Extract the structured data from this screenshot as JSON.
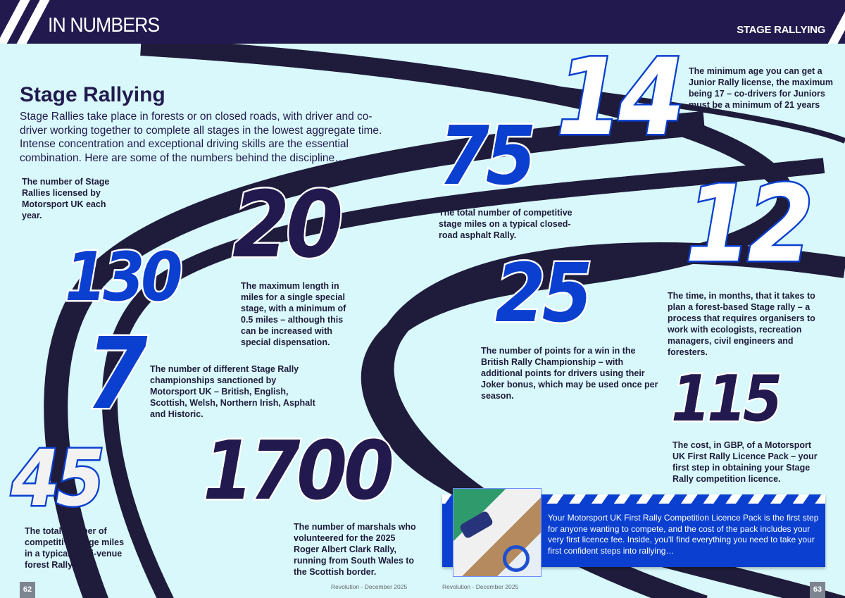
{
  "header": {
    "title": "IN NUMBERS",
    "section": "STAGE RALLYING"
  },
  "intro": {
    "title": "Stage Rallying",
    "text": "Stage Rallies take place in forests or on closed roads, with driver and co-driver working together to complete all stages in the lowest aggregate time. Intense concentration and exceptional driving skills are the essential combination. Here are some of the numbers behind the discipline…"
  },
  "stats": [
    {
      "value": "14",
      "caption": "The minimum age you can get a Junior Rally license, the maximum being 17 – co-drivers for Juniors must be a minimum of 21 years old."
    },
    {
      "value": "75",
      "caption": "The total number of competitive stage miles on a typical closed-road asphalt Rally."
    },
    {
      "value": "20",
      "caption": "The maximum length in miles for a single special stage, with a minimum of 0.5 miles – although this can be increased with special dispensation."
    },
    {
      "value": "130",
      "caption": "The number of Stage Rallies licensed by Motorsport UK each year."
    },
    {
      "value": "12",
      "caption": "The time, in months, that it takes to plan a forest-based Stage rally – a process that requires organisers to work with ecologists, recreation managers, civil engineers and foresters."
    },
    {
      "value": "25",
      "caption": "The number of points for a win in the British Rally Championship – with additional points for drivers using their Joker bonus, which may be used once per season."
    },
    {
      "value": "7",
      "caption": "The number of different Stage Rally championships sanctioned by Motorsport UK – British, English, Scottish, Welsh, Northern Irish, Asphalt and Historic."
    },
    {
      "value": "115",
      "caption": "The cost, in GBP, of a Motorsport UK First Rally Licence Pack – your first step in obtaining your Stage Rally competition licence."
    },
    {
      "value": "1700",
      "caption": "The number of marshals who volunteered for the 2025 Roger Albert Clark Rally, running from South Wales to the Scottish border."
    },
    {
      "value": "45",
      "caption": "The total number of competitive stage miles in a typical multi-venue forest Rally."
    }
  ],
  "box": {
    "text": "Your Motorsport UK First Rally Competition Licence Pack is the first step for anyone wanting to compete, and the cost of the pack includes your very first licence fee. Inside, you’ll find everything you need to take your first confident steps into rallying…"
  },
  "footer": {
    "left_page": "62",
    "right_page": "63",
    "left_credit": "Revolution - December 2025",
    "right_credit": "Revolution - December 2025"
  },
  "colors": {
    "navy": "#221a4f",
    "blue": "#0a3fd0",
    "background": "#d8f8fb"
  }
}
